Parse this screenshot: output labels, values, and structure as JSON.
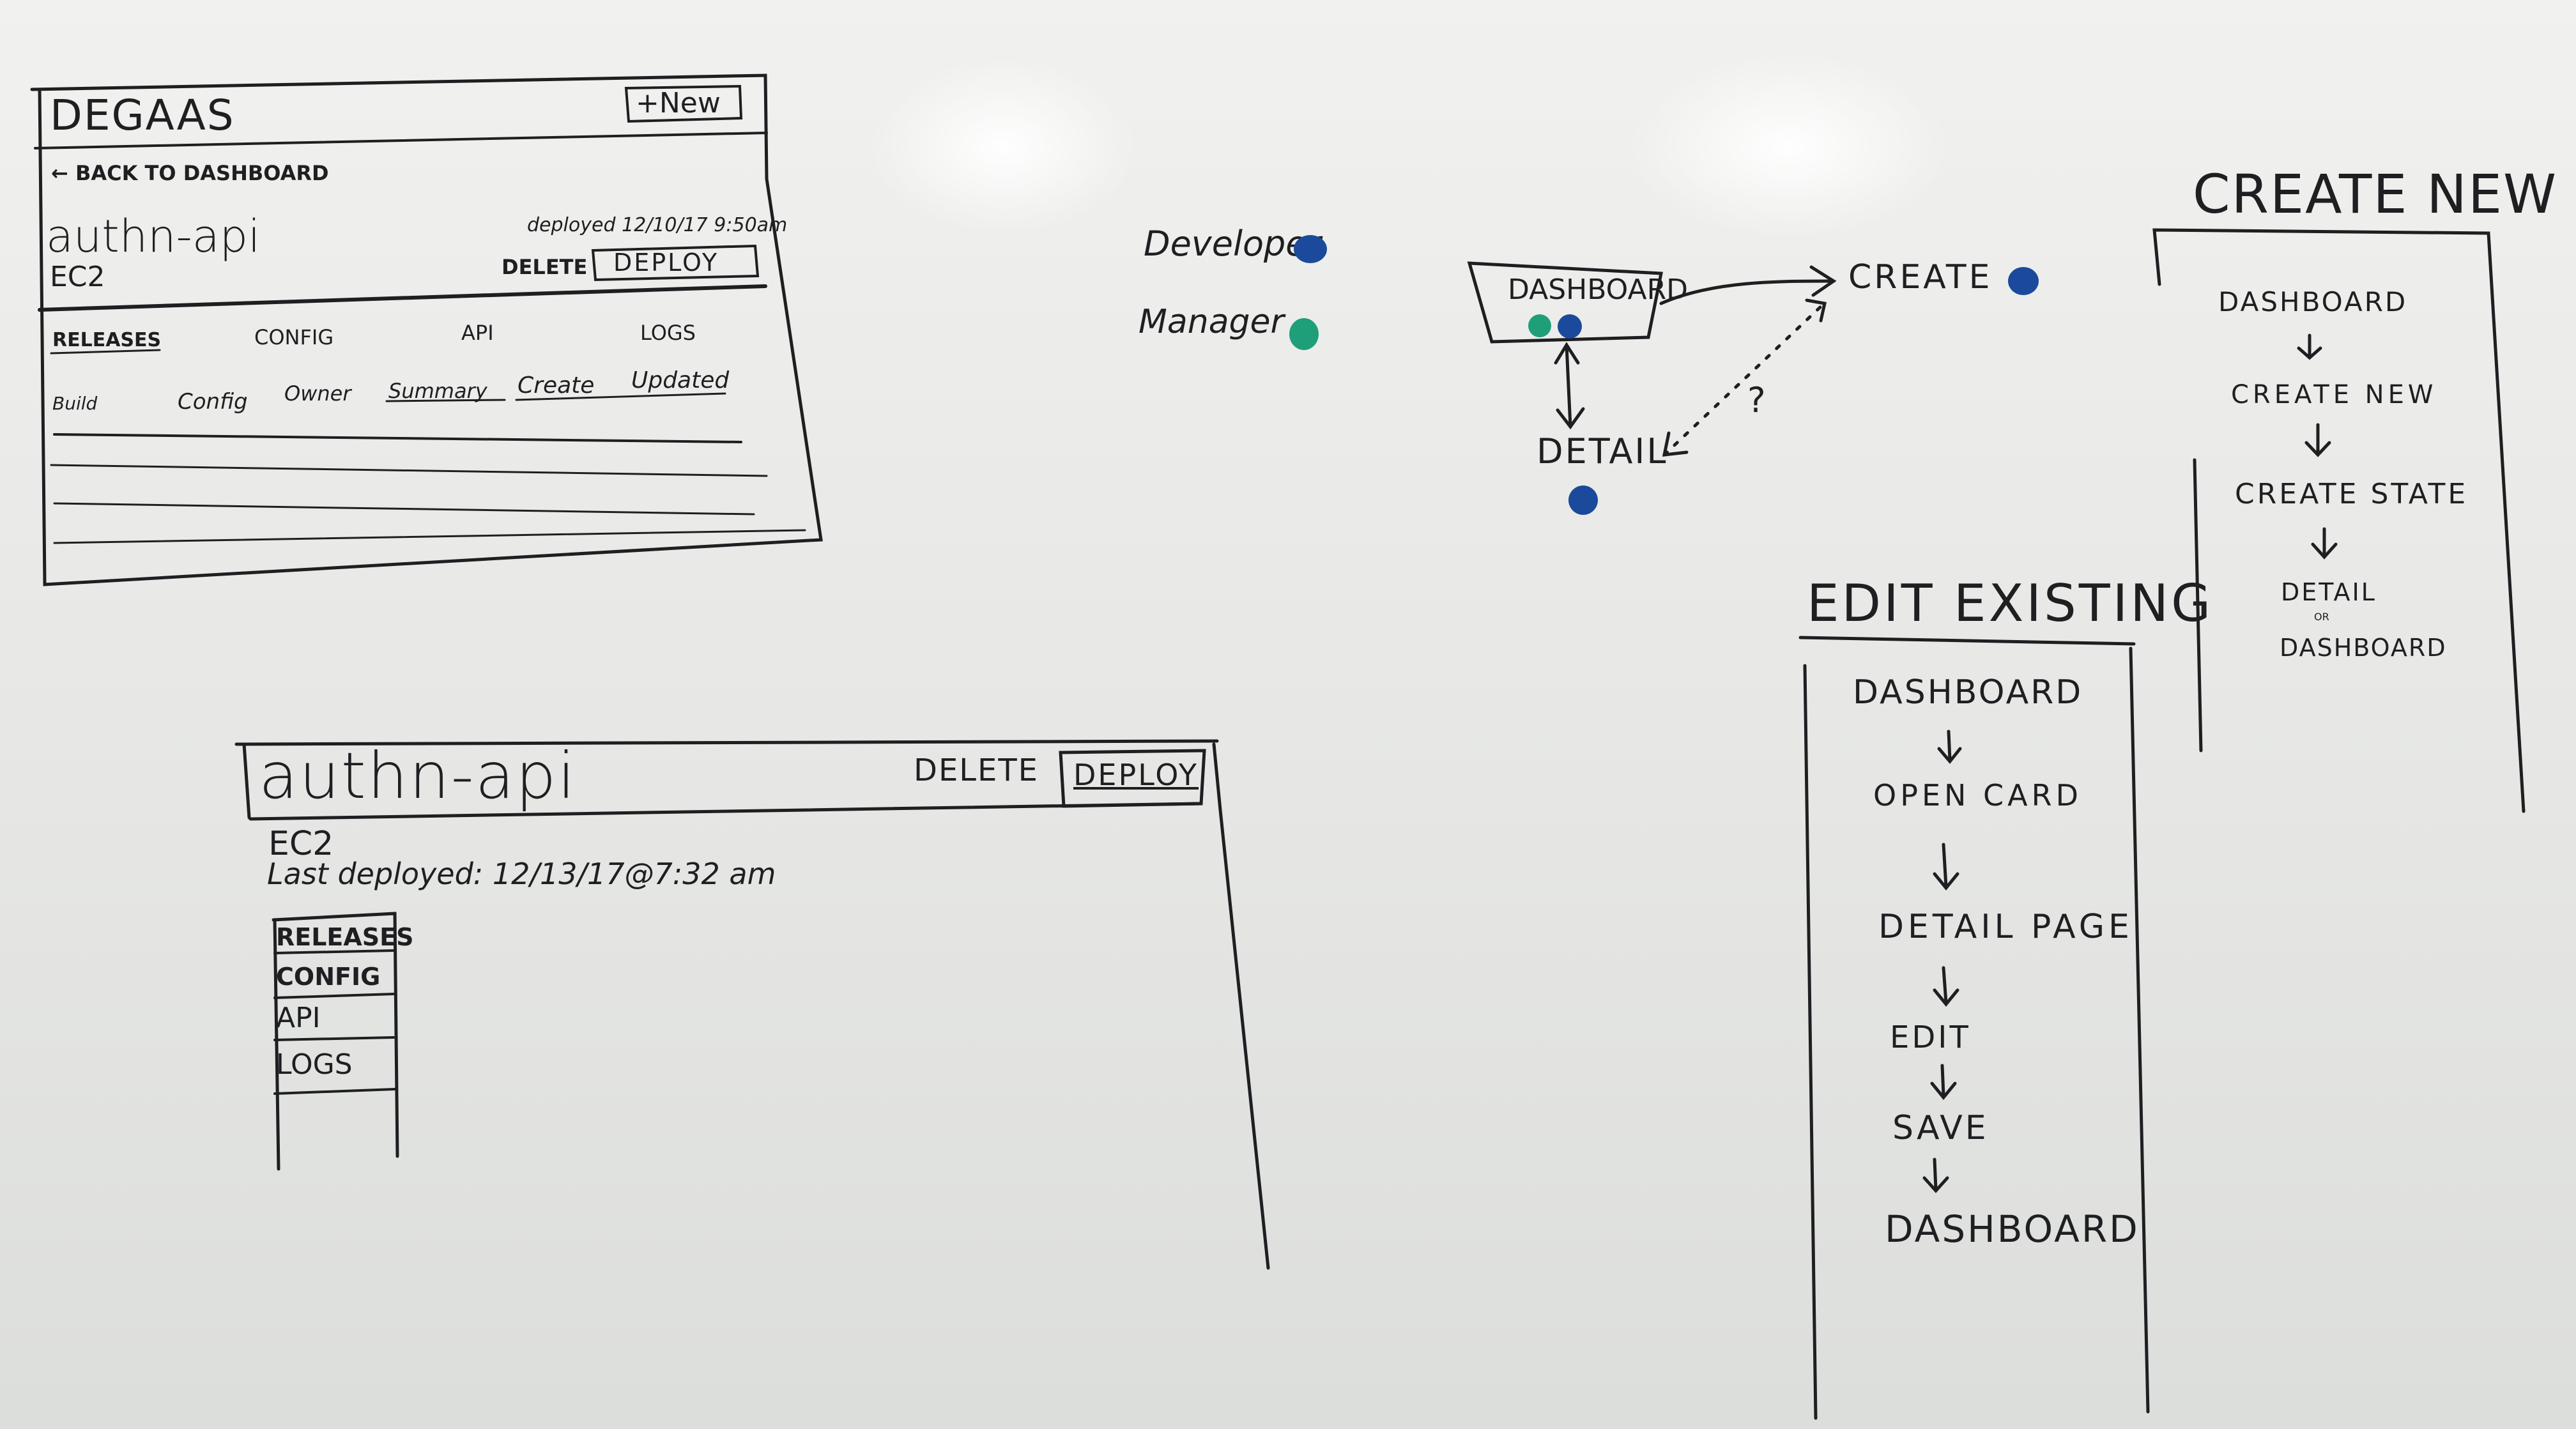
{
  "wireframe_top": {
    "app_title": "DEGAAS",
    "new_button": "+New",
    "back_link": "← BACK TO DASHBOARD",
    "service_name": "authn-api",
    "deployed_text": "deployed 12/10/17 9:50am",
    "service_type": "EC2",
    "delete_label": "DELETE",
    "deploy_button": "DEPLOY",
    "tabs": [
      "RELEASES",
      "CONFIG",
      "API",
      "LOGS"
    ],
    "columns": [
      "Build",
      "Config",
      "Owner",
      "Summary",
      "Create",
      "Updated"
    ]
  },
  "wireframe_bottom": {
    "service_name": "authn-api",
    "delete_label": "DELETE",
    "deploy_button": "DEPLOY",
    "service_type": "EC2",
    "last_deployed": "Last deployed: 12/13/17@7:32 am",
    "side_tabs": [
      "RELEASES",
      "CONFIG",
      "API",
      "LOGS"
    ]
  },
  "legend": {
    "items": [
      {
        "label": "Developer",
        "color": "#1b4a9c"
      },
      {
        "label": "Manager",
        "color": "#1f9e7a"
      }
    ]
  },
  "flow_diagram": {
    "dashboard": "DASHBOARD",
    "create": "CREATE",
    "detail": "DETAIL",
    "question": "?"
  },
  "create_new": {
    "title": "CREATE NEW",
    "steps": [
      "DASHBOARD",
      "CREATE NEW",
      "CREATE STATE",
      "DETAIL",
      "OR",
      "DASHBOARD"
    ]
  },
  "edit_existing": {
    "title": "EDIT EXISTING",
    "steps": [
      "DASHBOARD",
      "OPEN CARD",
      "DETAIL PAGE",
      "EDIT",
      "SAVE",
      "DASHBOARD"
    ]
  },
  "colors": {
    "ink": "#1f1f22",
    "developer_blue": "#1b4a9c",
    "manager_green": "#1f9e7a"
  }
}
